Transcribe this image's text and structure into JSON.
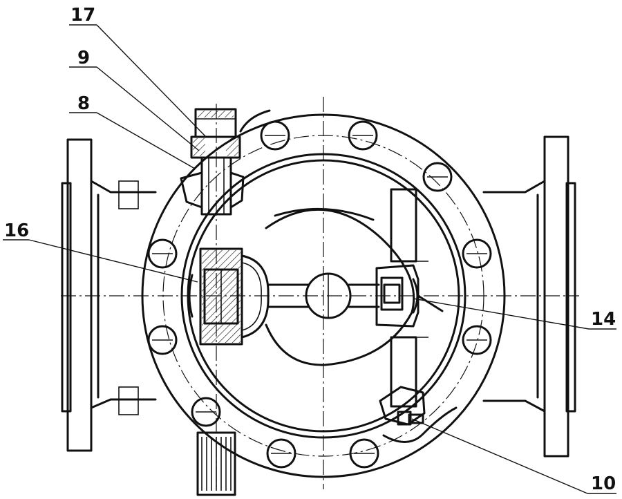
{
  "drawing": {
    "callouts": {
      "c17": "17",
      "c9": "9",
      "c8": "8",
      "c16": "16",
      "c14": "14",
      "c10": "10"
    }
  }
}
